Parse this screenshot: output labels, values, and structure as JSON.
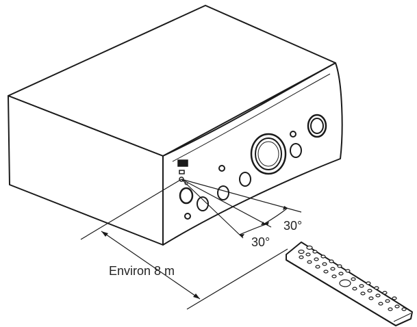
{
  "labels": {
    "angle_upper": "30°",
    "angle_lower": "30°",
    "distance": "Environ 8 m"
  }
}
